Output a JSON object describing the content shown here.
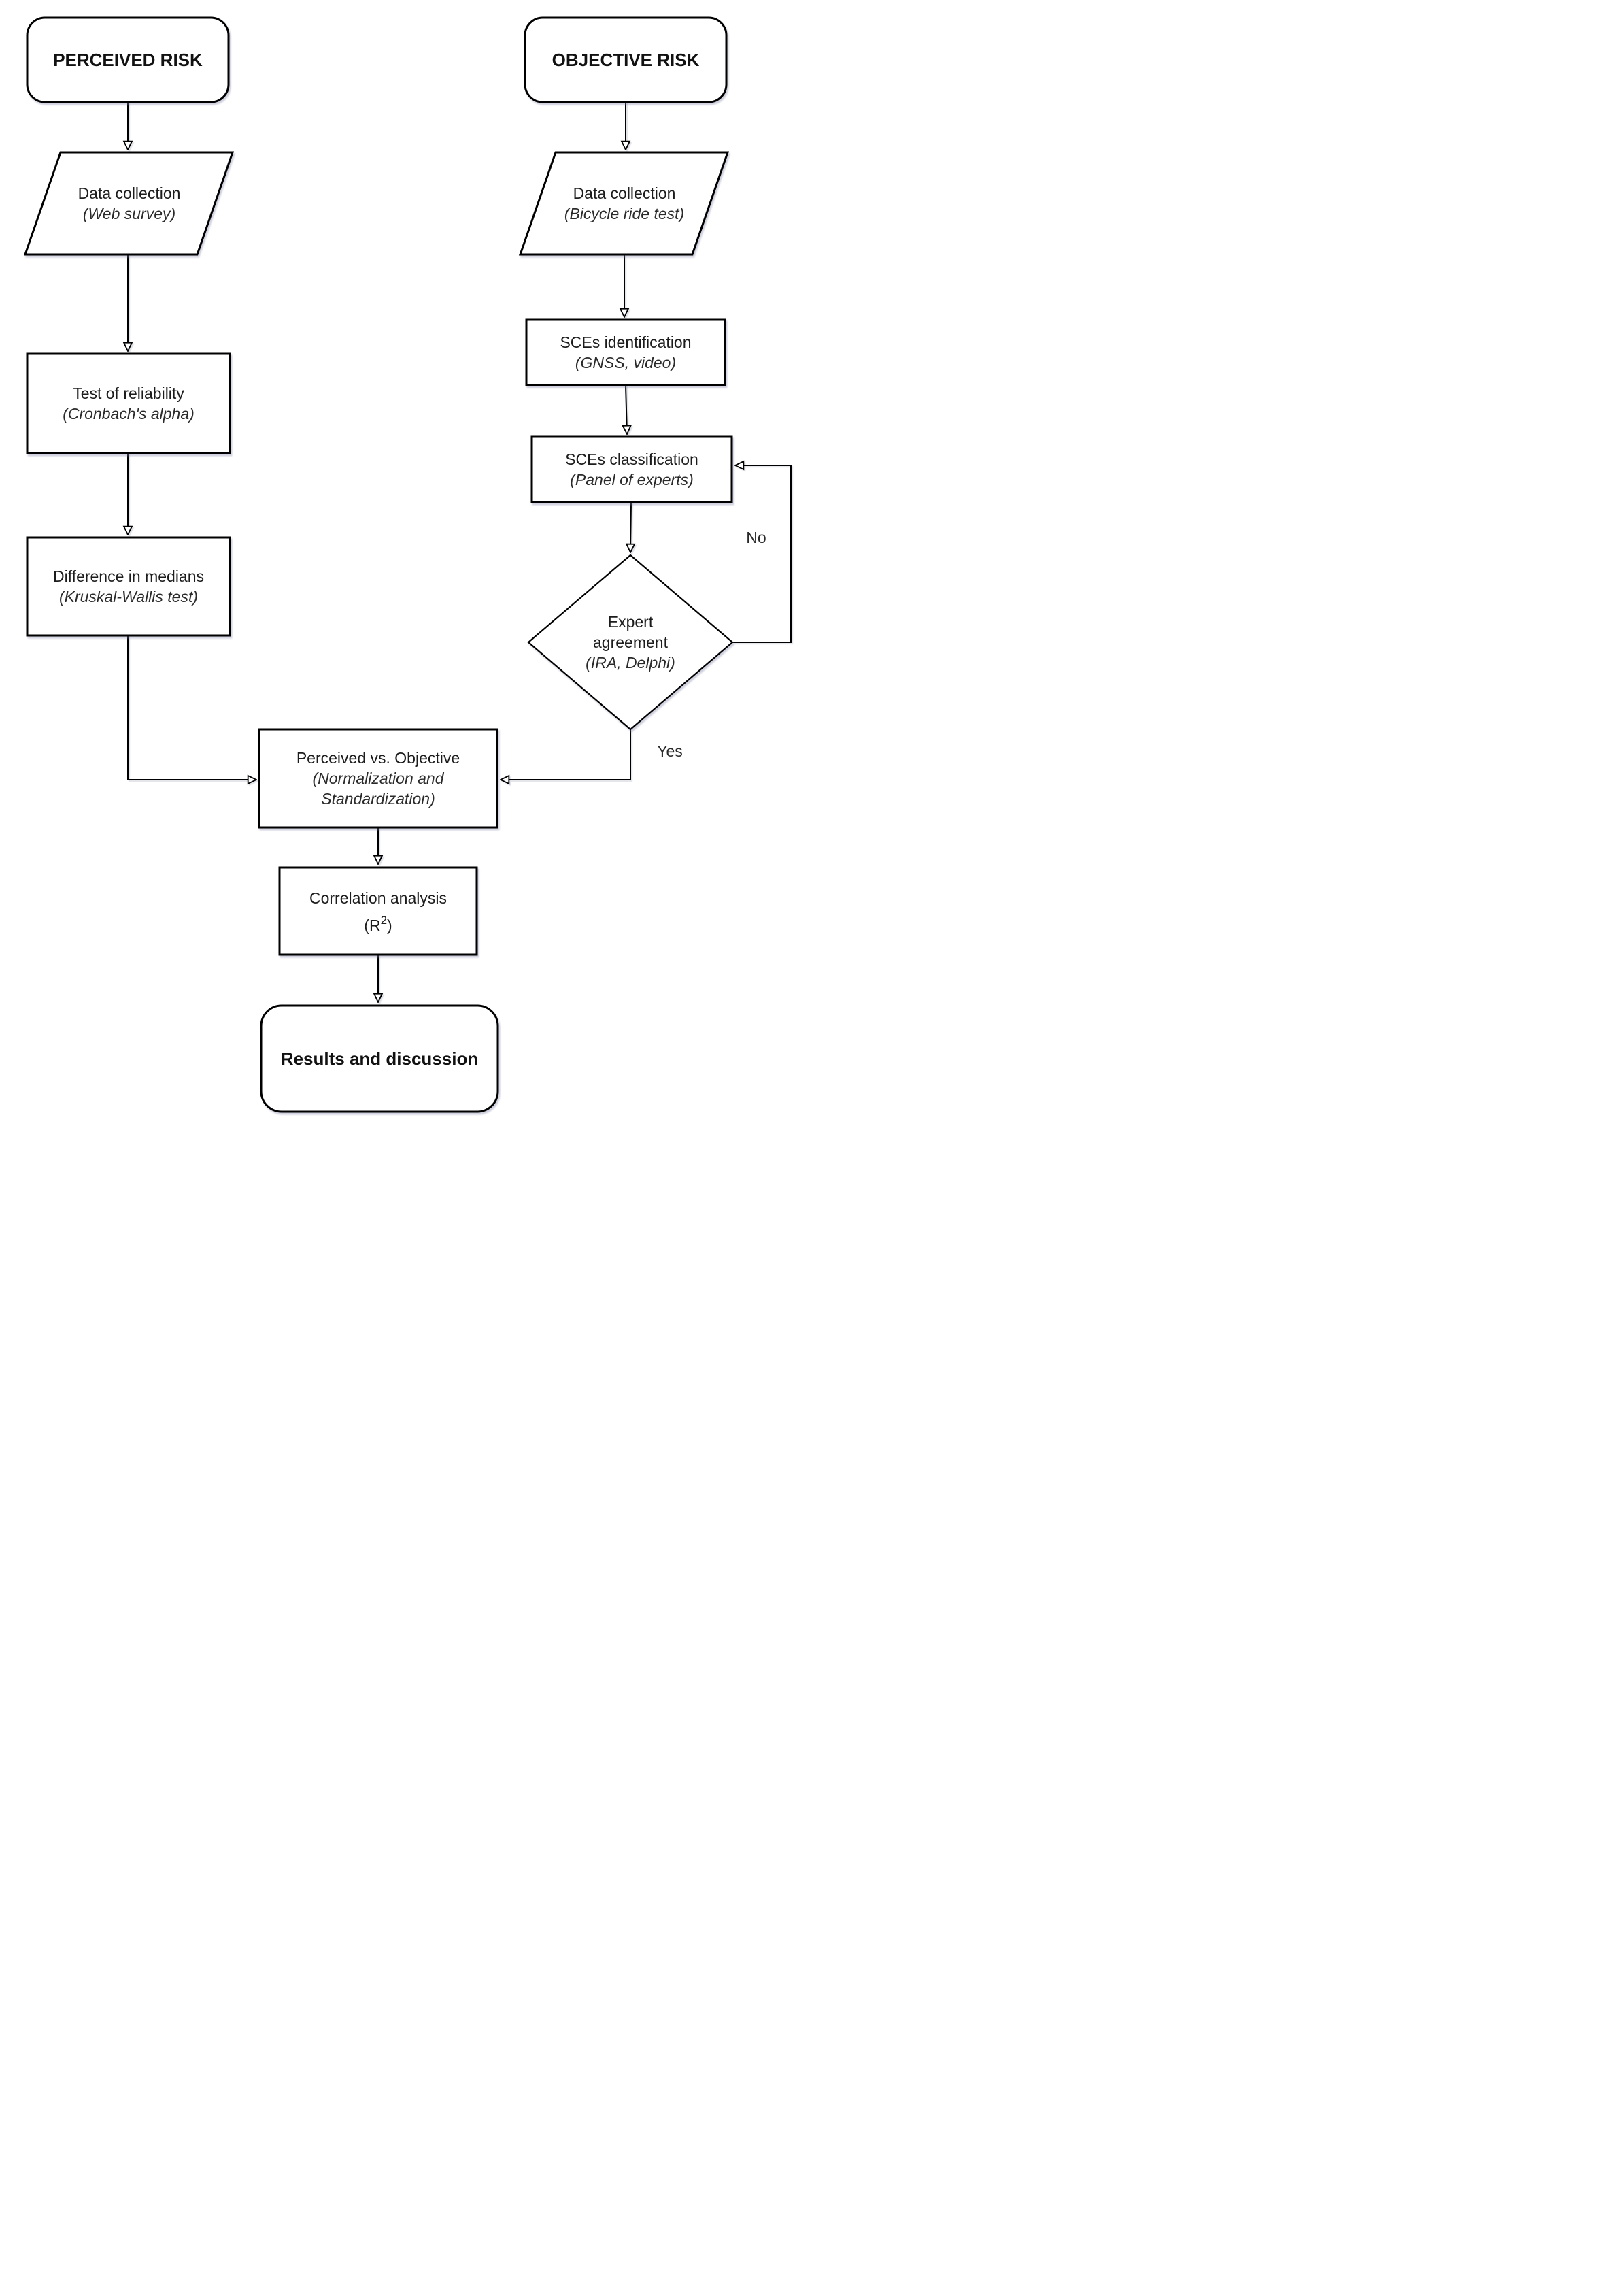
{
  "diagram": {
    "background_color": "#ffffff",
    "line_color": "#000000",
    "shape_fill": "#ffffff",
    "shadow_color": "rgba(125,130,165,0.38)",
    "left_branch": {
      "terminal": {
        "label": "PERCEIVED RISK"
      },
      "data_collection": {
        "line1": "Data collection",
        "line2": "(Web survey)"
      },
      "reliability": {
        "line1": "Test of reliability",
        "line2": "(Cronbach's alpha)"
      },
      "medians": {
        "line1": "Difference in medians",
        "line2": "(Kruskal-Wallis test)"
      }
    },
    "right_branch": {
      "terminal": {
        "label": "OBJECTIVE RISK"
      },
      "data_collection": {
        "line1": "Data collection",
        "line2": "(Bicycle ride test)"
      },
      "identification": {
        "line1": "SCEs identification",
        "line2": "(GNSS, video)"
      },
      "classification": {
        "line1": "SCEs classification",
        "line2": "(Panel of experts)"
      },
      "decision": {
        "line1": "Expert",
        "line2": "agreement",
        "line3": "(IRA, Delphi)"
      }
    },
    "merge": {
      "comparison": {
        "line1": "Perceived vs. Objective",
        "line2": "(Normalization and",
        "line3": "Standardization)"
      },
      "correlation": {
        "line1": "Correlation analysis",
        "line2_open": "(R",
        "line2_sup": "2",
        "line2_close": ")"
      },
      "terminal": {
        "label": "Results and discussion"
      }
    },
    "edge_labels": {
      "no": "No",
      "yes": "Yes"
    }
  }
}
